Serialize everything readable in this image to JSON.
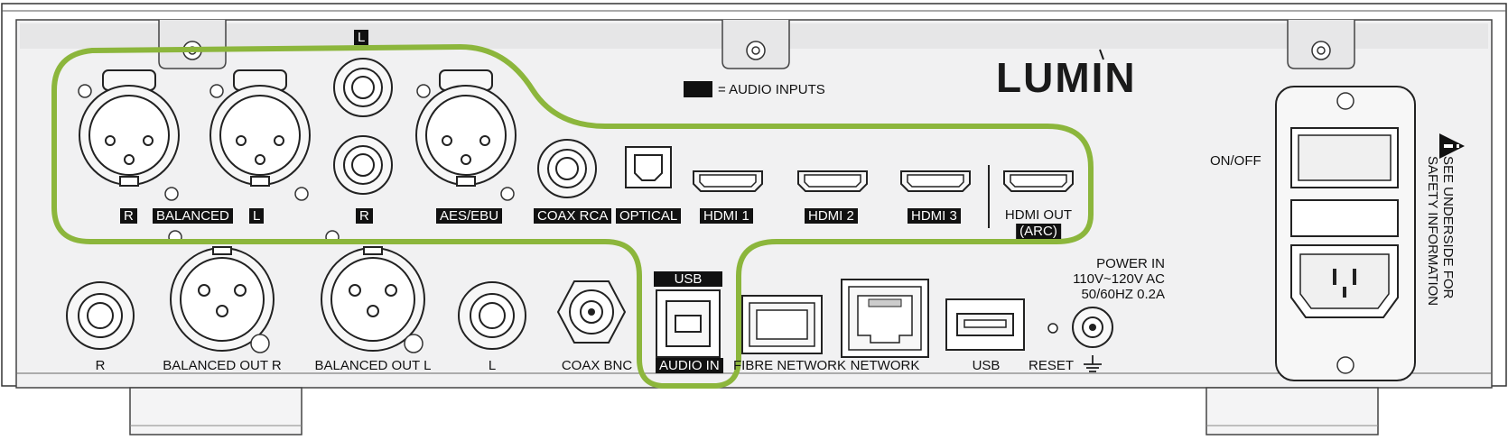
{
  "brand": {
    "name": "LUMIN"
  },
  "legend": {
    "label": "= AUDIO INPUTS",
    "swatch_color": "#111111"
  },
  "highlight_color": "#8cb63c",
  "inputs": {
    "r": "R",
    "balanced": "BALANCED",
    "l": "L",
    "rca_l_top": "L",
    "rca_r": "R",
    "aes_ebu": "AES/EBU",
    "coax_rca": "COAX RCA",
    "optical": "OPTICAL",
    "hdmi1": "HDMI 1",
    "hdmi2": "HDMI 2",
    "hdmi3": "HDMI 3",
    "hdmi_out": "HDMI OUT",
    "arc": "(ARC)",
    "usb_top": "USB",
    "audio_in": "AUDIO IN"
  },
  "outputs": {
    "r": "R",
    "balanced_out_r": "BALANCED OUT R",
    "balanced_out_l": "BALANCED OUT L",
    "l": "L",
    "coax_bnc": "COAX BNC",
    "fibre_network": "FIBRE NETWORK",
    "network": "NETWORK",
    "usb": "USB",
    "reset": "RESET"
  },
  "power": {
    "on_off": "ON/OFF",
    "power_in": "POWER IN",
    "voltage": "110V~120V AC",
    "freq": "50/60HZ  0.2A"
  },
  "safety": {
    "line1": "SEE UNDERSIDE FOR",
    "line2": "SAFETY INFORMATION"
  }
}
